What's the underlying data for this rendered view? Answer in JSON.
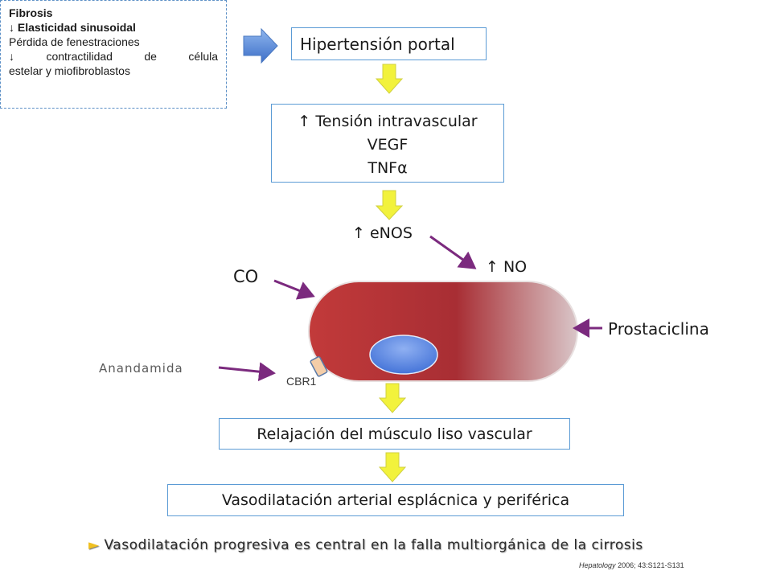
{
  "fibrosis": {
    "title": "Fibrosis",
    "line2": "↓ Elasticidad sinusoidal",
    "line3": "Pérdida de fenestraciones",
    "line4": "↓ contractilidad de célula",
    "line5": "estelar y miofibroblastos"
  },
  "nodes": {
    "portal_hypertension": "Hipertensión portal",
    "tension": "↑  Tensión intravascular",
    "vegf": "VEGF",
    "tnf": "TNFα",
    "enos": "↑ eNOS",
    "no": "↑ NO",
    "co": "CO",
    "prostaciclina": "Prostaciclina",
    "anandamida": "Anandamida",
    "cbr1": "CBR1",
    "relajacion": "Relajación del músculo liso vascular",
    "vasodilatacion": "Vasodilatación arterial esplácnica y periférica"
  },
  "conclusion": {
    "bullet": "►",
    "text": "Vasodilatación progresiva es central en la falla multiorgánica de la cirrosis"
  },
  "citation": {
    "journal": "Hepatology",
    "ref": "2006; 43:S121-S131"
  },
  "colors": {
    "box_border": "#5b9bd5",
    "yellow_arrow": "#f2f23c",
    "blue_arrow": "#5b8ede",
    "purple_arrow": "#7b2a7e",
    "vessel_red": "#b83232",
    "nucleus_blue": "#4f7fe0"
  }
}
